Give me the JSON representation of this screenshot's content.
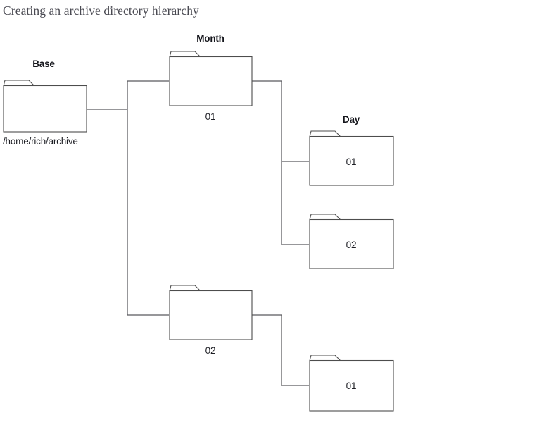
{
  "figure": {
    "title": "Creating an archive directory hierarchy",
    "background_color": "#ffffff",
    "line_color": "#4d4d4d",
    "connector_color": "#59595e",
    "title_color": "#4a4a52",
    "text_color": "#1d1e24"
  },
  "columns": [
    {
      "id": "base",
      "heading": "Base"
    },
    {
      "id": "month",
      "heading": "Month"
    },
    {
      "id": "day",
      "heading": "Day"
    }
  ],
  "headings": {
    "base": "Base",
    "month": "Month",
    "day": "Day"
  },
  "folders": {
    "base": {
      "name": "base-folder",
      "caption": "/home/rich/archive",
      "caption_position": "below-left",
      "inner_label": ""
    },
    "month_01": {
      "name": "month-folder-01",
      "caption": "01",
      "caption_position": "below-center",
      "inner_label": ""
    },
    "month_02": {
      "name": "month-folder-02",
      "caption": "02",
      "caption_position": "below-center",
      "inner_label": ""
    },
    "day_01": {
      "name": "day-folder-01",
      "caption": "",
      "caption_position": "inside",
      "inner_label": "01"
    },
    "day_02": {
      "name": "day-folder-02",
      "caption": "",
      "caption_position": "inside",
      "inner_label": "02"
    },
    "day_03": {
      "name": "day-folder-03",
      "caption": "",
      "caption_position": "inside",
      "inner_label": "01"
    }
  },
  "hierarchy": {
    "root": "/home/rich/archive",
    "children": [
      {
        "label": "01",
        "level": "month",
        "children": [
          {
            "label": "01",
            "level": "day"
          },
          {
            "label": "02",
            "level": "day"
          }
        ]
      },
      {
        "label": "02",
        "level": "month",
        "children": [
          {
            "label": "01",
            "level": "day"
          }
        ]
      }
    ]
  }
}
